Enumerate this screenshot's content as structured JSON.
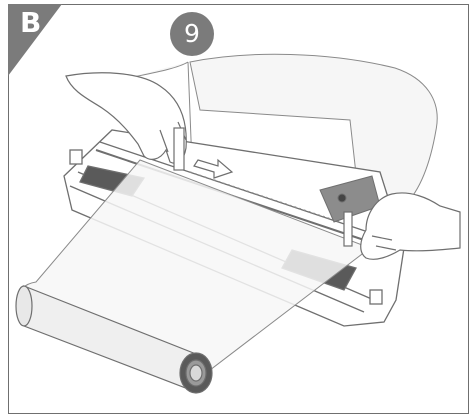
{
  "panel": {
    "label": "B"
  },
  "step": {
    "number": "9"
  },
  "illustration": {
    "subject": "vacuum-sealer-cutting-bag-roll",
    "colors": {
      "line": "#6f6f6f",
      "fill_dark": "#5a5a5a",
      "badge": "#7b7b7b",
      "film": "#f4f4f4"
    }
  }
}
